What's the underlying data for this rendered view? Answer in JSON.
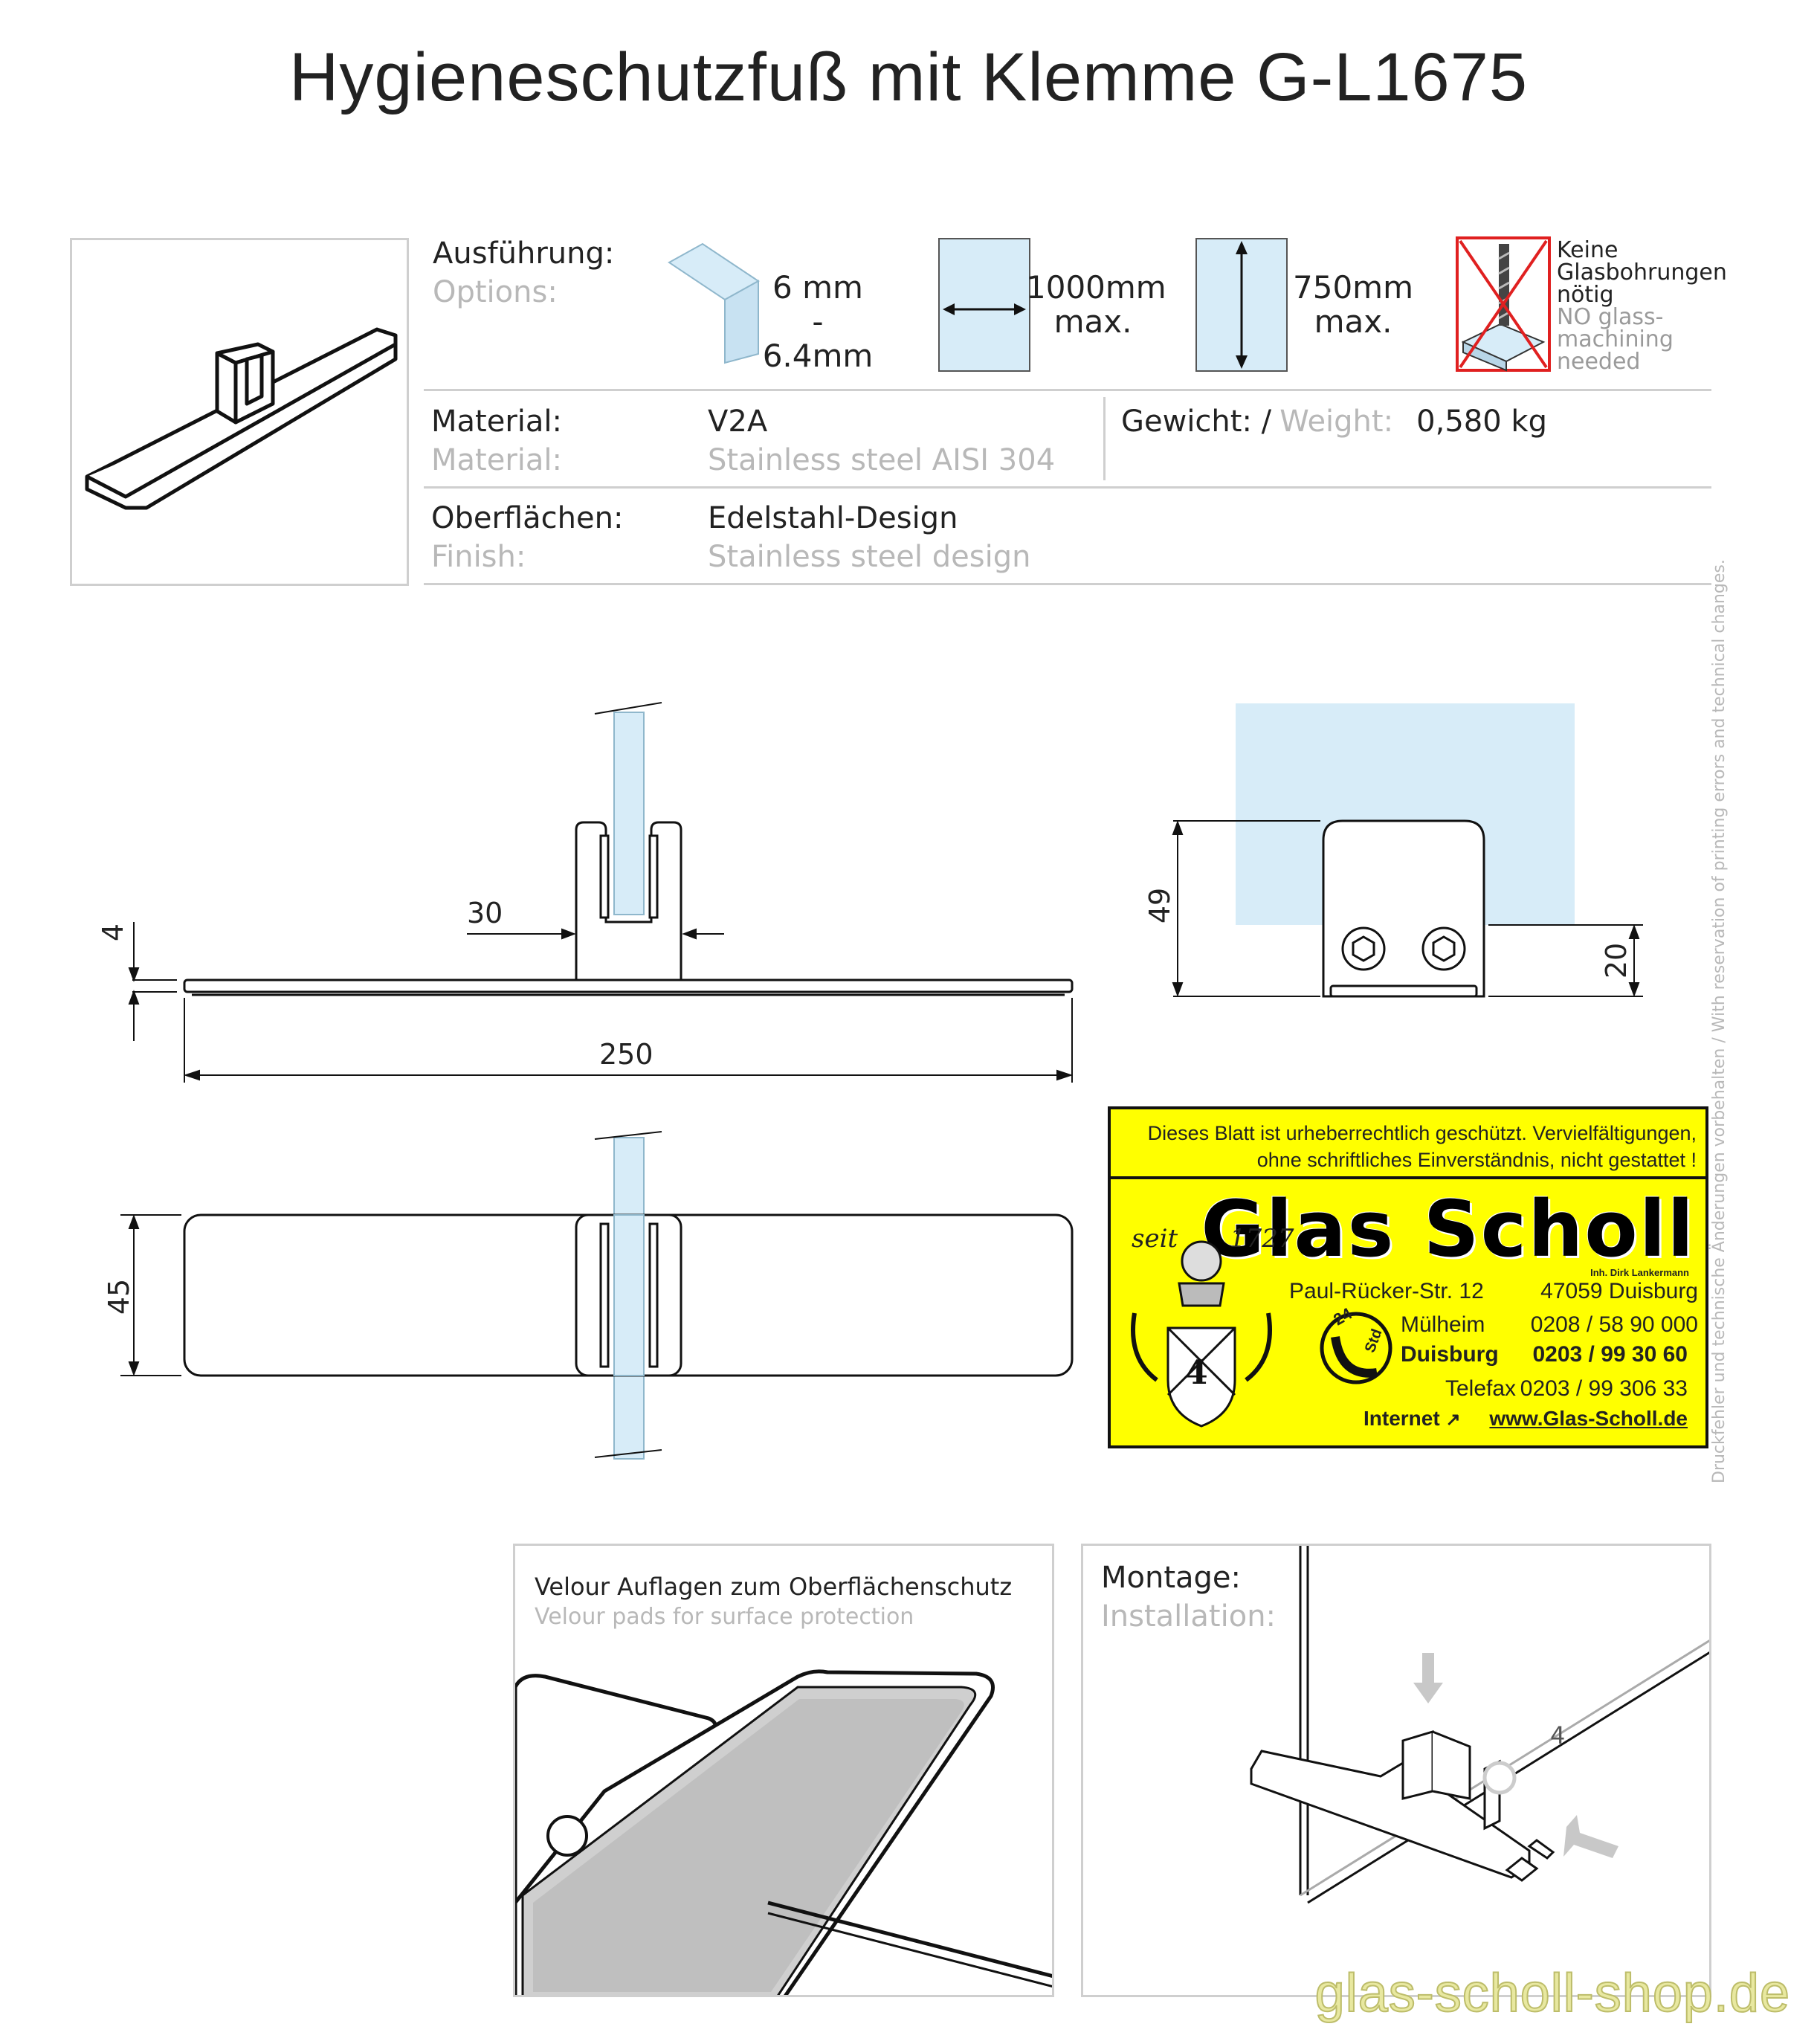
{
  "title": "Hygieneschutzfuß mit Klemme G-L1675",
  "options": {
    "label_de": "Ausführung:",
    "label_en": "Options:",
    "thickness": [
      "6 mm",
      "-",
      "6.4mm"
    ],
    "width": [
      "1000mm",
      "max."
    ],
    "height": [
      "750mm",
      "max."
    ],
    "no_drilling_de": [
      "Keine",
      "Glasbohrungen",
      "nötig"
    ],
    "no_drilling_en": [
      "NO glass-",
      "machining",
      "needed"
    ]
  },
  "material": {
    "label_de": "Material:",
    "label_en": "Material:",
    "value_de": "V2A",
    "value_en": "Stainless steel AISI 304"
  },
  "weight": {
    "label_de": "Gewicht: /",
    "label_en": "Weight:",
    "value": "0,580 kg"
  },
  "finish": {
    "label_de": "Oberflächen:",
    "label_en": "Finish:",
    "value_de": "Edelstahl-Design",
    "value_en": "Stainless steel design"
  },
  "dimensions": {
    "d4": "4",
    "d30": "30",
    "d250": "250",
    "d49": "49",
    "d20": "20",
    "d45": "45",
    "install_4": "4"
  },
  "ad": {
    "notice_1": "Dieses Blatt ist urheberrechtlich geschützt. Vervielfältigungen,",
    "notice_2": "ohne schriftliches Einverständnis, nicht gestattet !",
    "brand": "Glas Scholl",
    "owner": "Inh. Dirk Lankermann",
    "since_1": "seit",
    "since_2": "1727",
    "street": "Paul-Rücker-Str. 12",
    "city": "47059 Duisburg",
    "muelheim_label": "Mülheim",
    "muelheim_phone": "0208 / 58 90 000",
    "duisburg_label": "Duisburg",
    "duisburg_phone": "0203 / 99 30 60",
    "fax_label": "Telefax",
    "fax_phone": "0203 / 99 306 33",
    "internet_label": "Internet",
    "url": "www.Glas-Scholl.de",
    "badge_24": "24",
    "badge_std": "Std"
  },
  "pads": {
    "title_de": "Velour Auflagen zum Oberflächenschutz",
    "title_en": "Velour pads for surface protection"
  },
  "install": {
    "title_de": "Montage:",
    "title_en": "Installation:"
  },
  "side_note": "Druckfehler und technische Änderungen vorbehalten / With reservation of printing errors and technical changes.",
  "watermark": "glas-scholl-shop.de",
  "colors": {
    "glass": "#d7ecf8",
    "ad_yellow": "#ffff00",
    "line_gray": "#cfcfcf",
    "red": "#e02020"
  }
}
